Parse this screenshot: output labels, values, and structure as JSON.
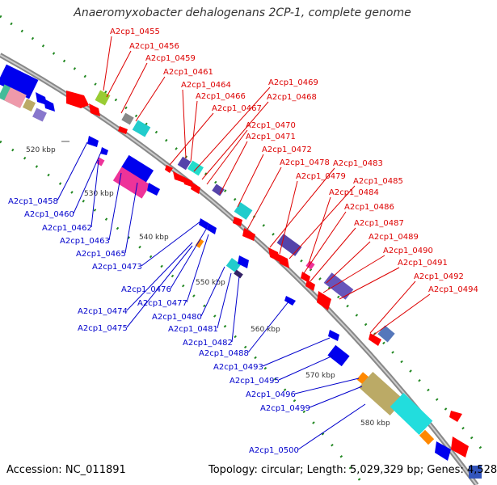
{
  "title": "Anaeromyxobacter dehalogenans 2CP-1, complete genome",
  "footer": {
    "accession_label": "Accession:",
    "accession_value": "NC_011891",
    "topology_label": "Topology:",
    "topology_value": "circular",
    "length_label": "Length:",
    "length_value": "5,029,329 bp",
    "genes_label": "Genes:",
    "genes_value": "4,528"
  },
  "ticks": [
    "520 kbp",
    "530 kbp",
    "540 kbp",
    "550 kbp",
    "560 kbp",
    "570 kbp",
    "580 kbp"
  ],
  "forward_labels": [
    "A2cp1_0455",
    "A2cp1_0456",
    "A2cp1_0459",
    "A2cp1_0461",
    "A2cp1_0464",
    "A2cp1_0466",
    "A2cp1_0467",
    "A2cp1_0469",
    "A2cp1_0468",
    "A2cp1_0470",
    "A2cp1_0471",
    "A2cp1_0472",
    "A2cp1_0478",
    "A2cp1_0483",
    "A2cp1_0479",
    "A2cp1_0485",
    "A2cp1_0484",
    "A2cp1_0486",
    "A2cp1_0487",
    "A2cp1_0489",
    "A2cp1_0490",
    "A2cp1_0491",
    "A2cp1_0492",
    "A2cp1_0494"
  ],
  "reverse_labels": [
    "A2cp1_0458",
    "A2cp1_0460",
    "A2cp1_0462",
    "A2cp1_0463",
    "A2cp1_0465",
    "A2cp1_0473",
    "A2cp1_0476",
    "A2cp1_0474",
    "A2cp1_0477",
    "A2cp1_0475",
    "A2cp1_0480",
    "A2cp1_0481",
    "A2cp1_0482",
    "A2cp1_0488",
    "A2cp1_0493",
    "A2cp1_0495",
    "A2cp1_0496",
    "A2cp1_0499",
    "A2cp1_0500"
  ],
  "colors": {
    "forward_label": "#dd0000",
    "reverse_label": "#0000cc",
    "forward_gene": "#ff0000",
    "reverse_gene": "#0000ee",
    "backbone": "#888888",
    "gc_dots": "#228822",
    "cyan_feature": "#22cccc",
    "pink_feature": "#ee3399",
    "purple_feature": "#5544aa",
    "khaki_feature": "#bbaa66",
    "orange_feature": "#ff8800",
    "grey_feature": "#666666"
  }
}
